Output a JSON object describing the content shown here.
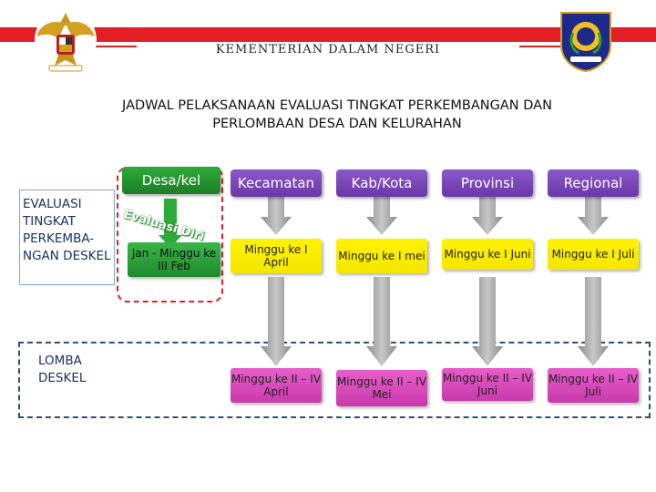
{
  "header": {
    "ministry": "KEMENTERIAN DALAM NEGERI",
    "logo_left": "garuda-emblem",
    "logo_right": "kemendagri-emblem"
  },
  "title": {
    "line1": "JADWAL PELAKSANAAN EVALUASI TINGKAT PERKEMBANGAN DAN",
    "line2": "PERLOMBAAN DESA DAN KELURAHAN"
  },
  "rows": {
    "evaluasi_label_lines": [
      "EVALUASI",
      "TINGKAT",
      "PERKEMBA-",
      "NGAN DESKEL"
    ],
    "lomba_label_lines": [
      "LOMBA",
      "DESKEL"
    ]
  },
  "levels": [
    {
      "label": "Desa/kel"
    },
    {
      "label": "Kecamatan"
    },
    {
      "label": "Kab/Kota"
    },
    {
      "label": "Provinsi"
    },
    {
      "label": "Regional"
    }
  ],
  "evaluasi_diri": "Evaluasi Diri",
  "evaluasi_schedule": [
    {
      "text": "Jan - Minggu ke III Feb"
    },
    {
      "text": "Minggu ke I April"
    },
    {
      "text": "Minggu ke I mei"
    },
    {
      "text": "Minggu ke I Juni"
    },
    {
      "text": "Minggu ke I Juli"
    }
  ],
  "lomba_schedule": [
    {
      "text": "Minggu ke II – IV April"
    },
    {
      "text": "Minggu ke II – IV Mei"
    },
    {
      "text": "Minggu ke II – IV Juni"
    },
    {
      "text": "Minggu ke II – IV Juli"
    }
  ],
  "colors": {
    "red_bar": "#e31e24",
    "green": "#2eaa3a",
    "purple": "#7b46b8",
    "yellow": "#fff200",
    "pink": "#d94ab9",
    "arrow_gray": "#9a9a9a"
  }
}
